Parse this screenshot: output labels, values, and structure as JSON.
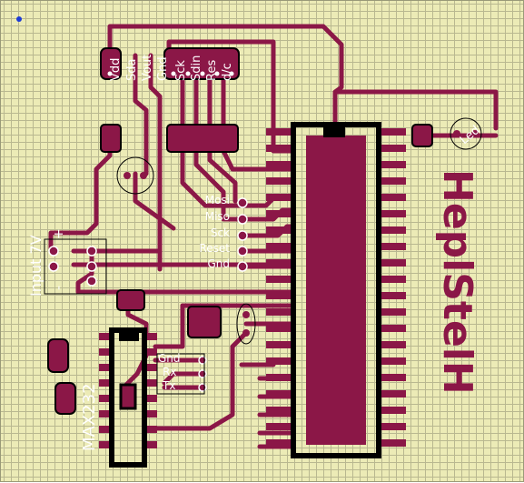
{
  "header_labels": [
    "Vdd",
    "Sda",
    "Vout",
    "Gnd",
    "Sck",
    "Sdin",
    "Res",
    "d/c"
  ],
  "isp_labels": [
    "Mosi",
    "Miso",
    "Sck",
    "Reset",
    "Gnd"
  ],
  "serial_labels": [
    "Gnd",
    "Rx",
    "Tx"
  ],
  "input_label": "Input 7V",
  "input_plus": "+",
  "input_minus": "-",
  "led_label": "Led",
  "chip_label": "MAX232",
  "brand_text": "HeplStelH",
  "colors": {
    "board": "#ecebb6",
    "copper": "#8b1747",
    "silk_white": "#ffffff",
    "silk_black": "#000000"
  }
}
